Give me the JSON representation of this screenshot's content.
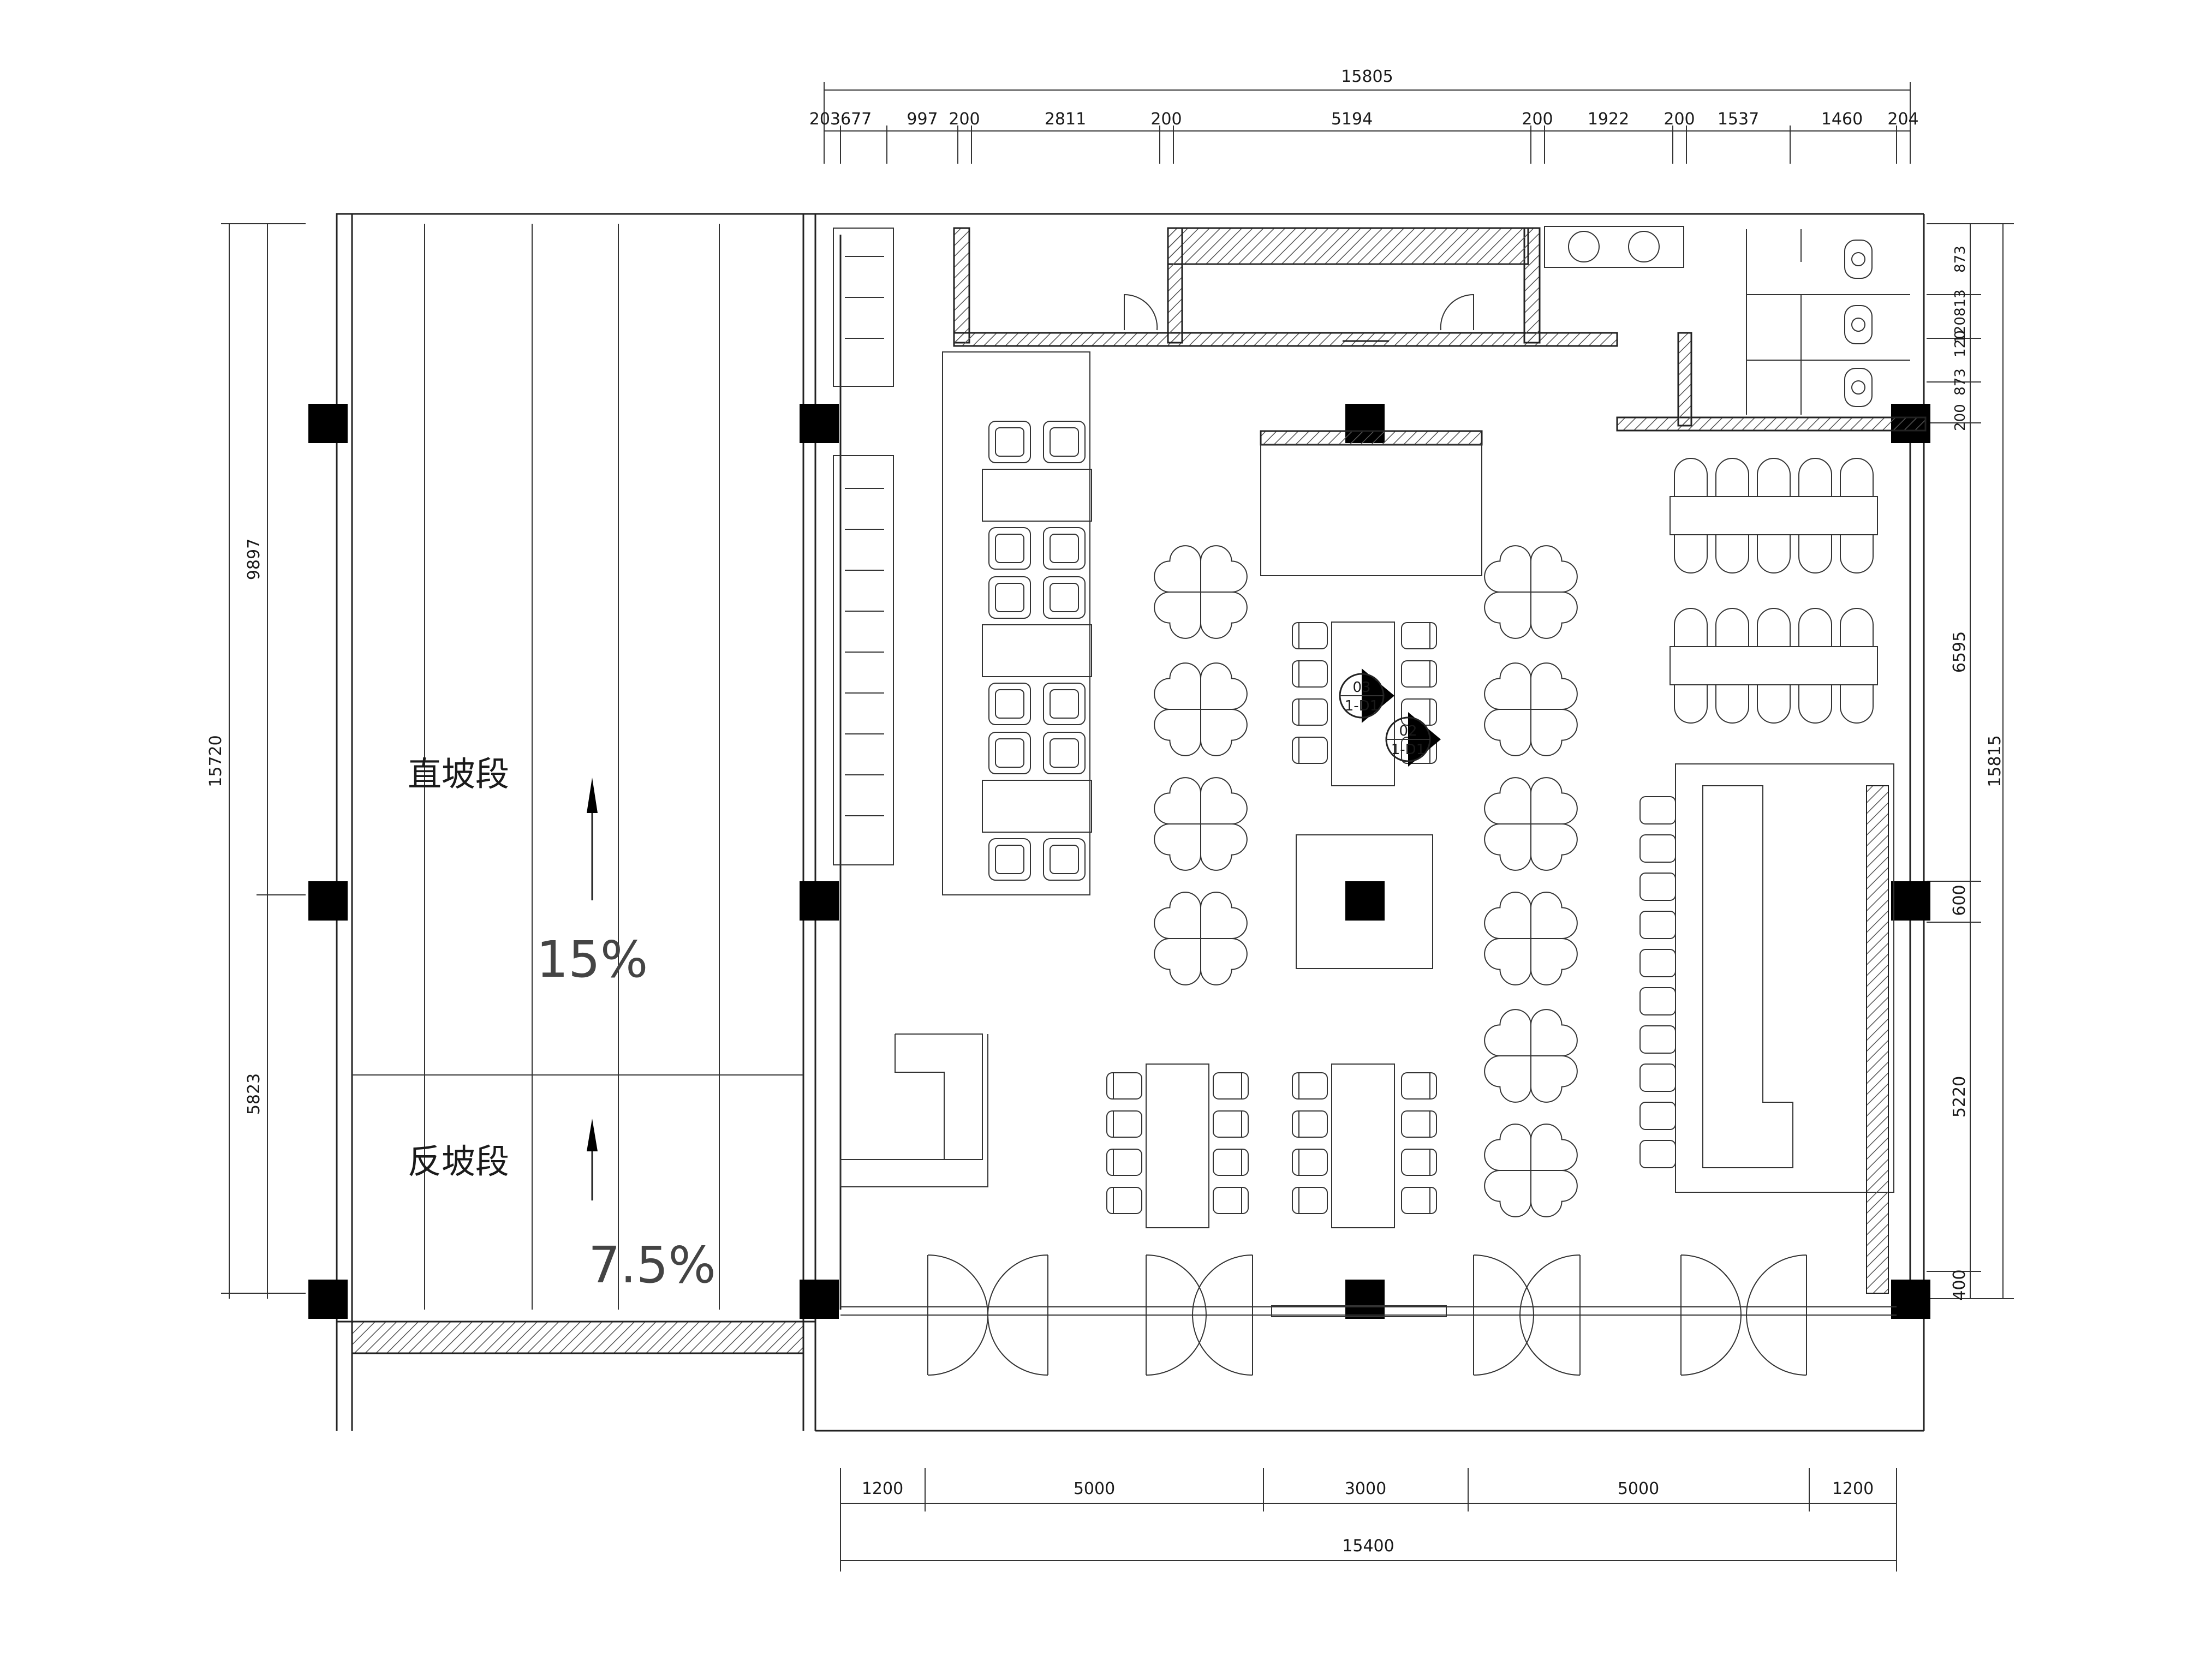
{
  "dimensions": {
    "top_total": "15805",
    "top_segments": [
      "203677",
      "997",
      "200",
      "2811",
      "200",
      "5194",
      "200",
      "1922",
      "200",
      "1537",
      "1460",
      "204"
    ],
    "bottom_total": "15400",
    "bottom_segments": [
      "1200",
      "5000",
      "3000",
      "5000",
      "1200"
    ],
    "left_total": "15720",
    "left_segments": [
      "9897",
      "5823"
    ],
    "right_total": "15815",
    "right_segments": [
      "6595",
      "600",
      "5220",
      "400"
    ],
    "right_top_small": [
      "873",
      "120813",
      "120",
      "873",
      "200"
    ]
  },
  "ramp": {
    "straight_label": "直坡段",
    "reverse_label": "反坡段",
    "straight_slope": "15%",
    "reverse_slope": "7.5%"
  },
  "section_marks": [
    {
      "number": "03",
      "sheet": "1-D1"
    },
    {
      "number": "02",
      "sheet": "1-D1"
    }
  ]
}
